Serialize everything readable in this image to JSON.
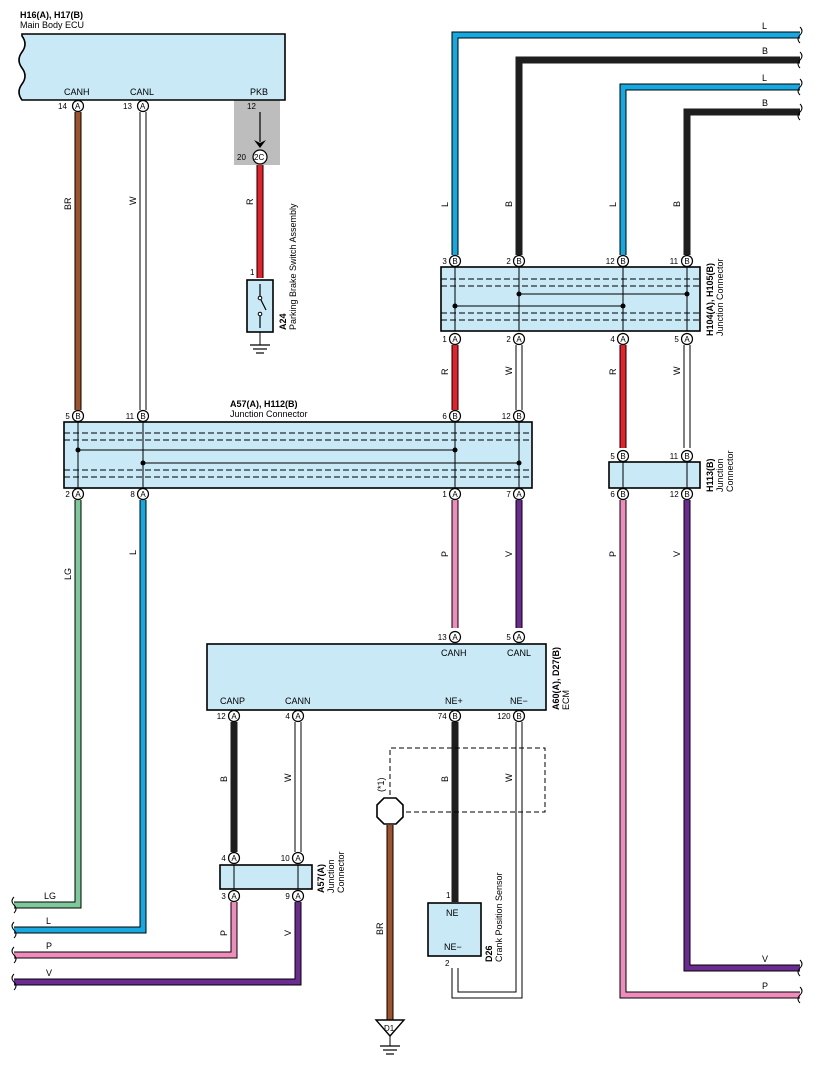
{
  "components": {
    "main_body_ecu": {
      "code": "H16(A), H17(B)",
      "name": "Main Body ECU",
      "pins": {
        "canh": "CANH",
        "canl": "CANL",
        "pkb": "PKB"
      }
    },
    "parking_brake": {
      "code": "A24",
      "name": "Parking Brake Switch Assembly"
    },
    "jc_h104": {
      "code": "H104(A), H105(B)",
      "name": "Junction Connector"
    },
    "jc_a57": {
      "code": "A57(A), H112(B)",
      "name": "Junction Connector"
    },
    "jc_h113": {
      "code": "H113(B)",
      "name": "Junction Connector"
    },
    "ecm": {
      "code": "A60(A), D27(B)",
      "name": "ECM",
      "pins": {
        "canh": "CANH",
        "canl": "CANL",
        "canp": "CANP",
        "cann": "CANN",
        "nep": "NE+",
        "nem": "NE−"
      }
    },
    "jc_a57a": {
      "code": "A57(A)",
      "name": "Junction Connector"
    },
    "crank": {
      "code": "D26",
      "name": "Crank Position Sensor",
      "pins": {
        "ne": "NE",
        "nem": "NE−"
      }
    },
    "ground": {
      "code": "D1"
    },
    "shield": {
      "label": "(*1)"
    }
  },
  "wires": {
    "br": "BR",
    "w": "W",
    "r": "R",
    "l": "L",
    "b": "B",
    "lg": "LG",
    "p": "P",
    "v": "V"
  },
  "pins": {
    "ecu_canh": "14",
    "ecu_canh_c": "A",
    "ecu_canl": "13",
    "ecu_canl_c": "A",
    "ecu_pkb": "12",
    "pkb_20": "20",
    "pkb_2c": "2C",
    "a24_1": "1",
    "h104_top": [
      [
        "3",
        "B"
      ],
      [
        "2",
        "B"
      ],
      [
        "12",
        "B"
      ],
      [
        "11",
        "B"
      ]
    ],
    "h104_bot": [
      [
        "1",
        "A"
      ],
      [
        "2",
        "A"
      ],
      [
        "4",
        "A"
      ],
      [
        "5",
        "A"
      ]
    ],
    "a57_top": [
      [
        "5",
        "B"
      ],
      [
        "11",
        "B"
      ],
      [
        "6",
        "B"
      ],
      [
        "12",
        "B"
      ]
    ],
    "a57_bot": [
      [
        "2",
        "A"
      ],
      [
        "8",
        "A"
      ],
      [
        "1",
        "A"
      ],
      [
        "7",
        "A"
      ]
    ],
    "h113_top": [
      [
        "5",
        "B"
      ],
      [
        "11",
        "B"
      ]
    ],
    "h113_bot": [
      [
        "6",
        "B"
      ],
      [
        "12",
        "B"
      ]
    ],
    "ecm_top": [
      [
        "13",
        "A"
      ],
      [
        "5",
        "A"
      ]
    ],
    "ecm_bot": [
      [
        "12",
        "A"
      ],
      [
        "4",
        "A"
      ],
      [
        "74",
        "B"
      ],
      [
        "120",
        "B"
      ]
    ],
    "a57a_top": [
      [
        "4",
        "A"
      ],
      [
        "10",
        "A"
      ]
    ],
    "a57a_bot": [
      [
        "3",
        "A"
      ],
      [
        "9",
        "A"
      ]
    ],
    "d26_1": "1",
    "d26_2": "2"
  },
  "colors": {
    "br": "#a0522d",
    "w": "#ffffff",
    "r": "#e8202a",
    "l": "#16a8e0",
    "b": "#1e1e1e",
    "lg": "#7dc99a",
    "p": "#f08cbb",
    "v": "#6a2c91",
    "box_fill": "#c9e9f6"
  }
}
